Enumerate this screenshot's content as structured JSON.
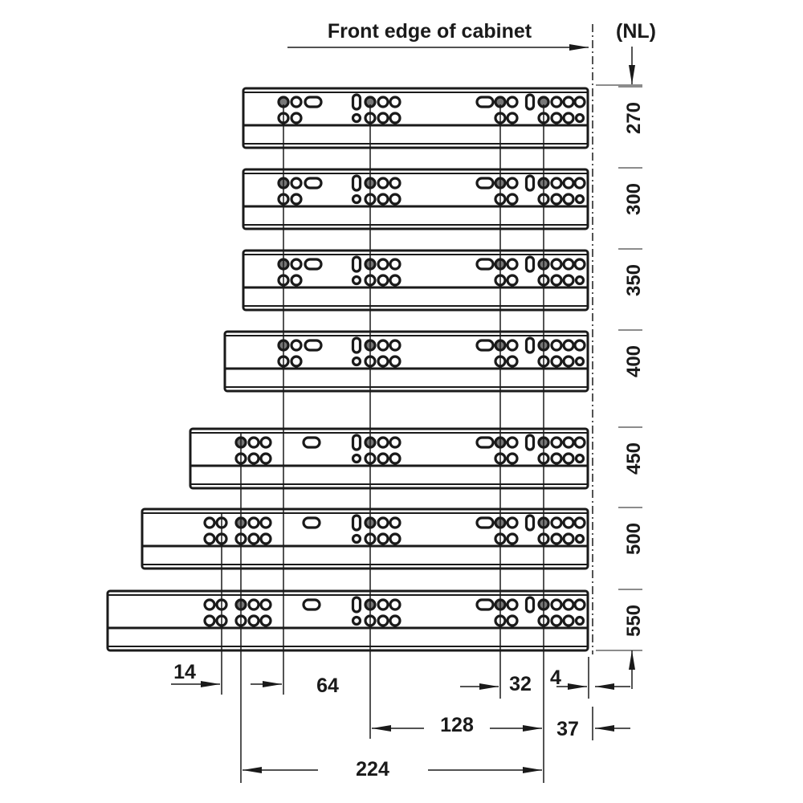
{
  "title": "Front edge of cabinet",
  "nl_label": "(NL)",
  "rails": [
    {
      "nl": "270"
    },
    {
      "nl": "300"
    },
    {
      "nl": "350"
    },
    {
      "nl": "400"
    },
    {
      "nl": "450"
    },
    {
      "nl": "500"
    },
    {
      "nl": "550"
    }
  ],
  "dimensions": {
    "d14": "14",
    "d64": "64",
    "d32": "32",
    "d4": "4",
    "d128": "128",
    "d37": "37",
    "d224": "224"
  },
  "colors": {
    "line": "#1a1a1a",
    "hole_fill": "#777777"
  }
}
